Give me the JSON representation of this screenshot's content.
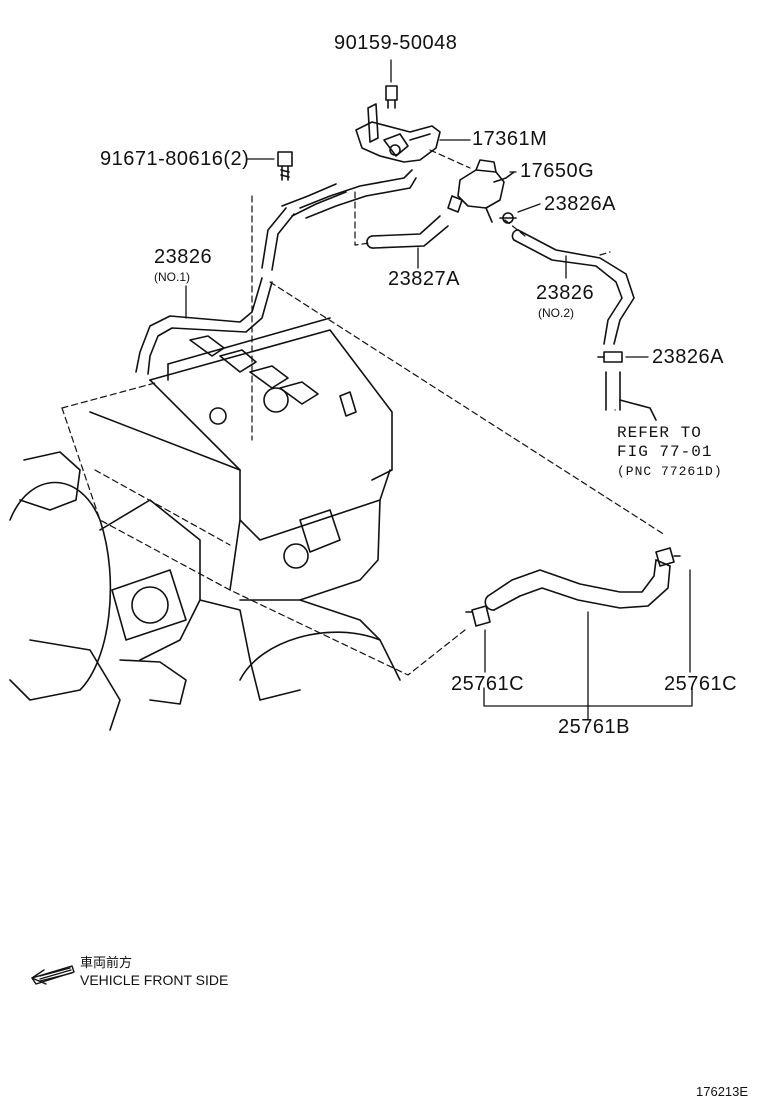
{
  "parts": {
    "p90159": "90159-50048",
    "p17361m": "17361M",
    "p91671": "91671-80616(2)",
    "p17650g": "17650G",
    "p23826a_top": "23826A",
    "p23826_no1": "23826",
    "p23826_no1_sub": "(NO.1)",
    "p23827a": "23827A",
    "p23826_no2": "23826",
    "p23826_no2_sub": "(NO.2)",
    "p23826a_mid": "23826A",
    "p25761c_left": "25761C",
    "p25761c_right": "25761C",
    "p25761b": "25761B"
  },
  "reference": {
    "line1": "REFER TO",
    "line2": "FIG 77-01",
    "line3": "(PNC 77261D)"
  },
  "direction": {
    "japanese": "車両前方",
    "english": "VEHICLE FRONT SIDE",
    "icon": "arrow-left-icon"
  },
  "figure_id": "176213E"
}
